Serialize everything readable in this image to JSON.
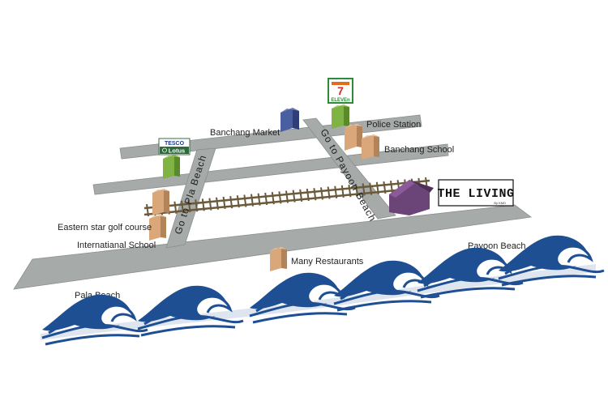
{
  "map": {
    "roads": {
      "go_to_pla_beach": "Go to Pla Beach",
      "go_to_payoon_beach": "Go to Payoon Beach"
    },
    "places": {
      "banchang_market": "Banchang Market",
      "police_station": "Police Station",
      "banchang_school": "Banchang School",
      "eastern_star_golf": "Eastern star golf course",
      "international_school": "Internatianal School",
      "many_restaurants": "Many Restaurants",
      "pala_beach": "Pala Beach",
      "payoon_beach": "Payoon Beach"
    },
    "brands": {
      "seven_eleven_top": "7",
      "seven_eleven_bottom": "ELEVEn",
      "tesco_top": "TESCO",
      "tesco_bottom": "Lotus"
    },
    "logo": {
      "title": "THE LIVING",
      "subtitle": "By KMD"
    },
    "colors": {
      "road": "#a6aaa8",
      "road_edge": "#8a8e8c",
      "rail": "#6b5a3a",
      "building_tan": "#d9a77a",
      "building_green": "#7fb343",
      "building_blue": "#4a5fa0",
      "house_purple": "#6b4478",
      "wave_blue": "#1f4f93"
    }
  }
}
